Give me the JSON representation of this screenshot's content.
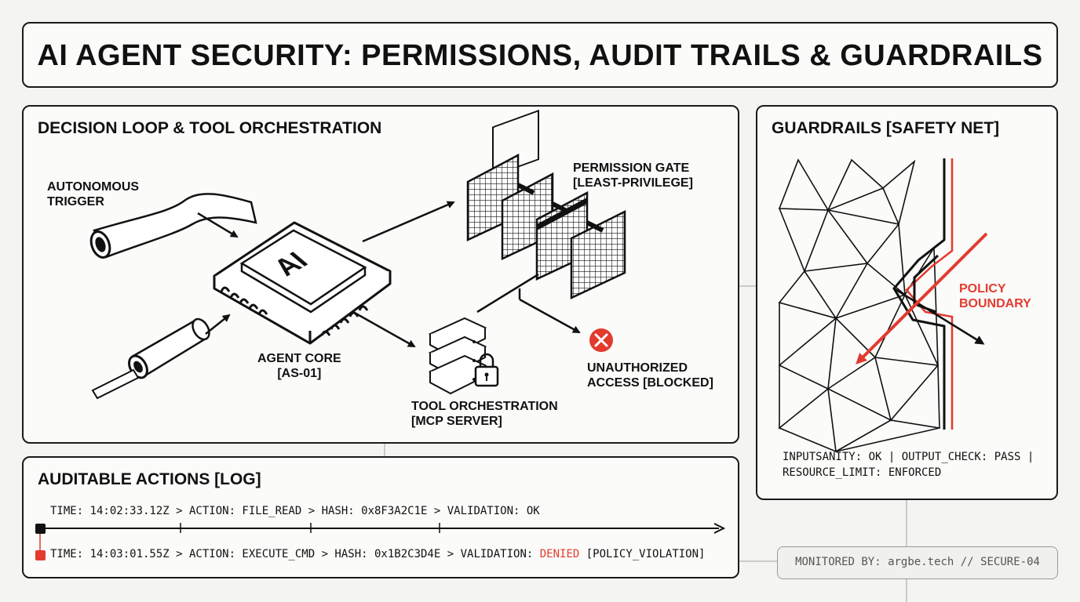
{
  "title": "AI AGENT SECURITY: PERMISSIONS, AUDIT TRAILS & GUARDRAILS",
  "decision_panel": {
    "title": "DECISION LOOP & TOOL ORCHESTRATION",
    "trigger_label": [
      "AUTONOMOUS",
      "TRIGGER"
    ],
    "chip_text": "AI",
    "core_label": [
      "AGENT CORE",
      "[AS-01]"
    ],
    "gate_label": [
      "PERMISSION GATE",
      "[LEAST-PRIVILEGE]"
    ],
    "tool_label": [
      "TOOL ORCHESTRATION",
      "[MCP SERVER]"
    ],
    "blocked_label": [
      "UNAUTHORIZED",
      "ACCESS [BLOCKED]"
    ]
  },
  "guardrails_panel": {
    "title": "GUARDRAILS [SAFETY NET]",
    "boundary_label": [
      "POLICY",
      "BOUNDARY"
    ],
    "status_lines": [
      "INPUTSANITY: OK | OUTPUT_CHECK: PASS |",
      "RESOURCE_LIMIT: ENFORCED"
    ]
  },
  "audit_panel": {
    "title": "AUDITABLE ACTIONS [LOG]",
    "entry_1": "TIME: 14:02:33.12Z > ACTION: FILE_READ > HASH: 0x8F3A2C1E > VALIDATION: OK",
    "entry_2_prefix": "TIME: 14:03:01.55Z > ACTION: EXECUTE_CMD > HASH: 0x1B2C3D4E > VALIDATION: ",
    "entry_2_status": "DENIED",
    "entry_2_suffix": " [POLICY_VIOLATION]"
  },
  "monitor_badge": "MONITORED BY: argbe.tech // SECURE-04",
  "colors": {
    "accent_red": "#e23b2e",
    "ink": "#111111",
    "panel_bg": "#fbfbfa",
    "page_bg": "#f4f4f2"
  }
}
